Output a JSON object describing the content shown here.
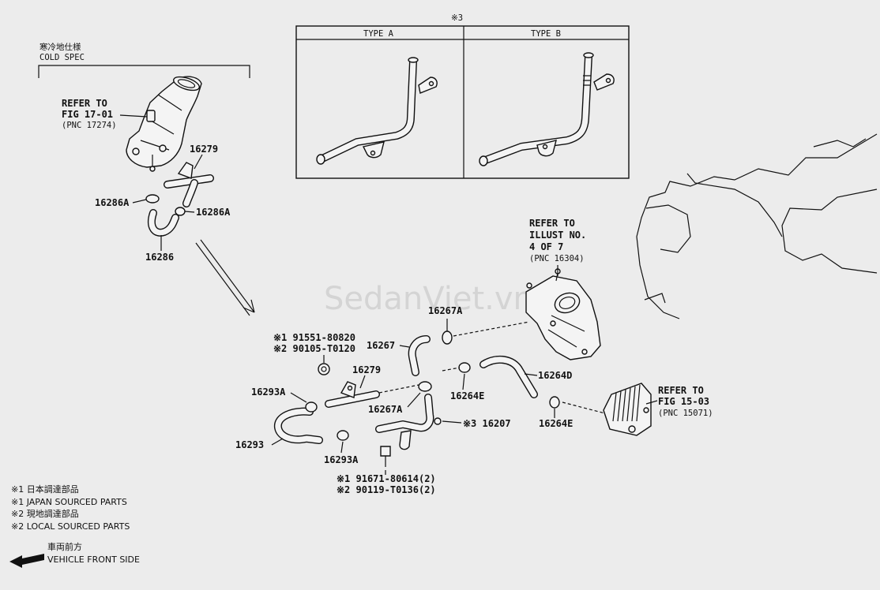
{
  "cold_spec": {
    "label_jp": "寒冷地仕様",
    "label_en": "COLD SPEC"
  },
  "mark3": "※3",
  "types": {
    "a": "TYPE A",
    "b": "TYPE B"
  },
  "refer_fig17": {
    "line1": "REFER TO",
    "line2": "FIG 17-01",
    "line3": "(PNC 17274)"
  },
  "refer_illust": {
    "line1": "REFER TO",
    "line2": "ILLUST NO.",
    "line3": "4 OF 7",
    "line4": "(PNC 16304)"
  },
  "refer_fig15": {
    "line1": "REFER TO",
    "line2": "FIG 15-03",
    "line3": "(PNC 15071)"
  },
  "watermark": "SedanViet.vn",
  "parts": {
    "p16279_top": "16279",
    "p16286A_left": "16286A",
    "p16286A_right": "16286A",
    "p16286": "16286",
    "p16267A_top": "16267A",
    "p16267": "16267",
    "p16279": "16279",
    "p16264D": "16264D",
    "p16264E_mid": "16264E",
    "p16264E_right": "16264E",
    "p16293A_top": "16293A",
    "p16267A_bottom": "16267A",
    "p16207": "※3 16207",
    "p16293": "16293",
    "p16293A_bottom": "16293A"
  },
  "bolts": {
    "top_line1": "※1 91551-80820",
    "top_line2": "※2 90105-T0120",
    "bottom_line1": "※1 91671-80614(2)",
    "bottom_line2": "※2 90119-T0136(2)"
  },
  "notes": [
    "※1 日本調達部品",
    "※1 JAPAN SOURCED PARTS",
    "※2 現地調達部品",
    "※2 LOCAL SOURCED PARTS"
  ],
  "front": {
    "jp": "車両前方",
    "en": "VEHICLE FRONT SIDE"
  }
}
